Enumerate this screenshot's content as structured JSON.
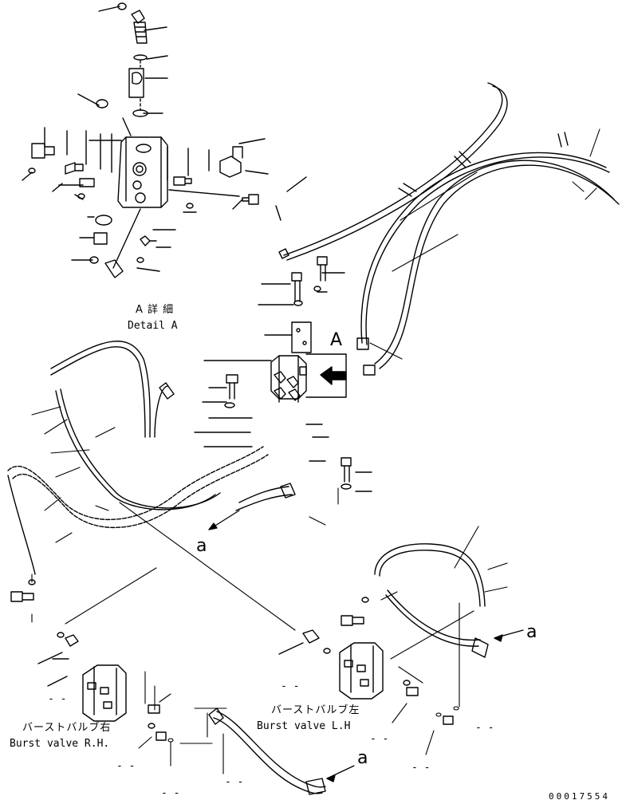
{
  "labels": {
    "detail_jp": "A 詳 細",
    "detail_en": "Detail A",
    "callout_A": "A",
    "view_a": "a",
    "burst_valve_left_jp": "バーストバルブ左",
    "burst_valve_left_en": "Burst valve L.H",
    "burst_valve_right_jp": "バーストバルブ右",
    "burst_valve_right_en": "Burst valve R.H.",
    "drawing_number": "00017554"
  },
  "blank_refs": [
    "- -",
    "- -",
    "- -",
    "- -",
    "- -",
    "- -",
    "- -",
    "- -"
  ]
}
